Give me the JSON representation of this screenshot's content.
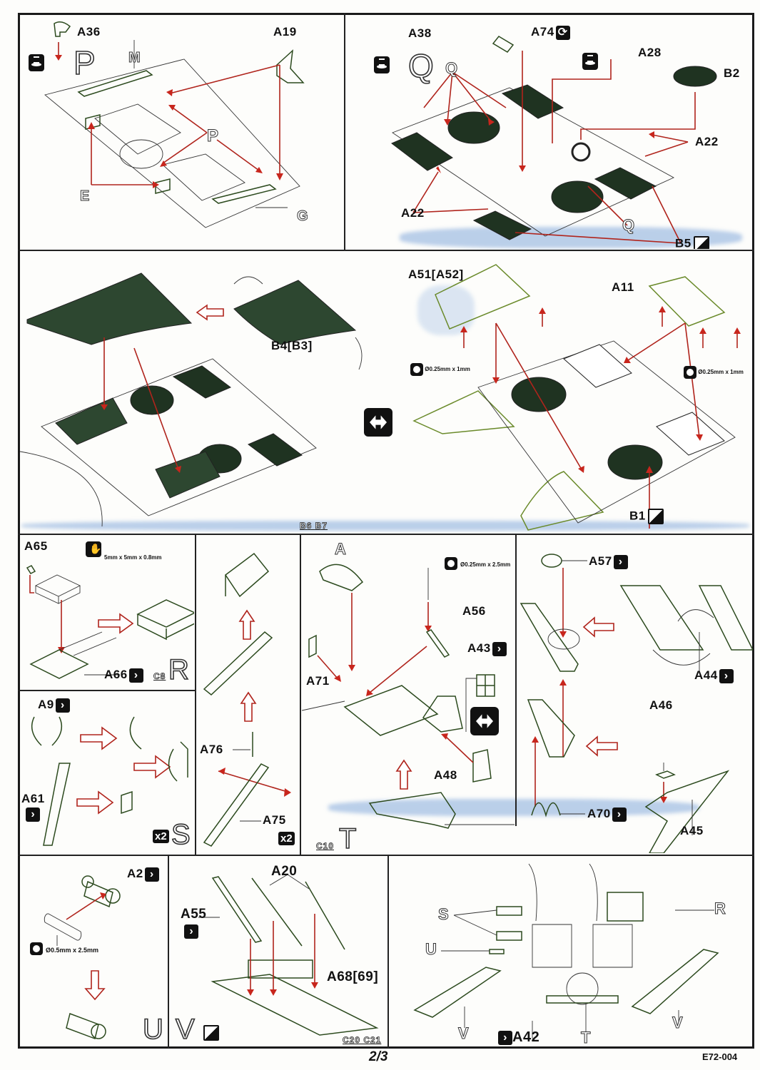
{
  "document": {
    "page_number": "2/3",
    "product_code": "E72-004"
  },
  "panels": {
    "P": {
      "step": "P",
      "parts": [
        "A36",
        "A19"
      ],
      "callouts": [
        "M",
        "P",
        "E",
        "G"
      ]
    },
    "Q": {
      "step": "Q",
      "parts": [
        "A38",
        "A74",
        "A28",
        "B2",
        "A22",
        "A22",
        "B5"
      ],
      "callouts": [
        "Q",
        "Q"
      ]
    },
    "screen_left": {
      "parts": [
        "B4[B3]"
      ],
      "ref_code": "B6 B7"
    },
    "screen_right": {
      "parts": [
        "A51[A52]",
        "A11",
        "B1"
      ],
      "wire_left": "Ø0.25mm x 1mm",
      "wire_right": "Ø0.25mm x 1mm"
    },
    "R": {
      "step": "R",
      "parts": [
        "A65",
        "A66"
      ],
      "block_size": "5mm x 5mm x 0.8mm",
      "ref_code": "C8"
    },
    "S": {
      "step": "S",
      "parts": [
        "A9",
        "A61"
      ],
      "multiplier": "x2"
    },
    "ladder": {
      "parts": [
        "A76",
        "A75"
      ],
      "multiplier": "x2"
    },
    "T": {
      "step": "T",
      "callout": "A",
      "parts": [
        "A56",
        "A43",
        "A71",
        "A48"
      ],
      "wire": "Ø0.25mm x 2.5mm",
      "ref_code": "C10"
    },
    "fender": {
      "parts": [
        "A57",
        "A44",
        "A46",
        "A45",
        "A70"
      ]
    },
    "U": {
      "step": "U",
      "parts": [
        "A2"
      ],
      "wire": "Ø0.5mm x 2.5mm"
    },
    "V": {
      "step": "V",
      "parts": [
        "A20",
        "A55",
        "A68[69]"
      ],
      "ref_code": "C20 C21"
    },
    "final": {
      "callouts": [
        "S",
        "U",
        "V",
        "V",
        "R",
        "T"
      ],
      "parts": [
        "A42"
      ]
    }
  }
}
